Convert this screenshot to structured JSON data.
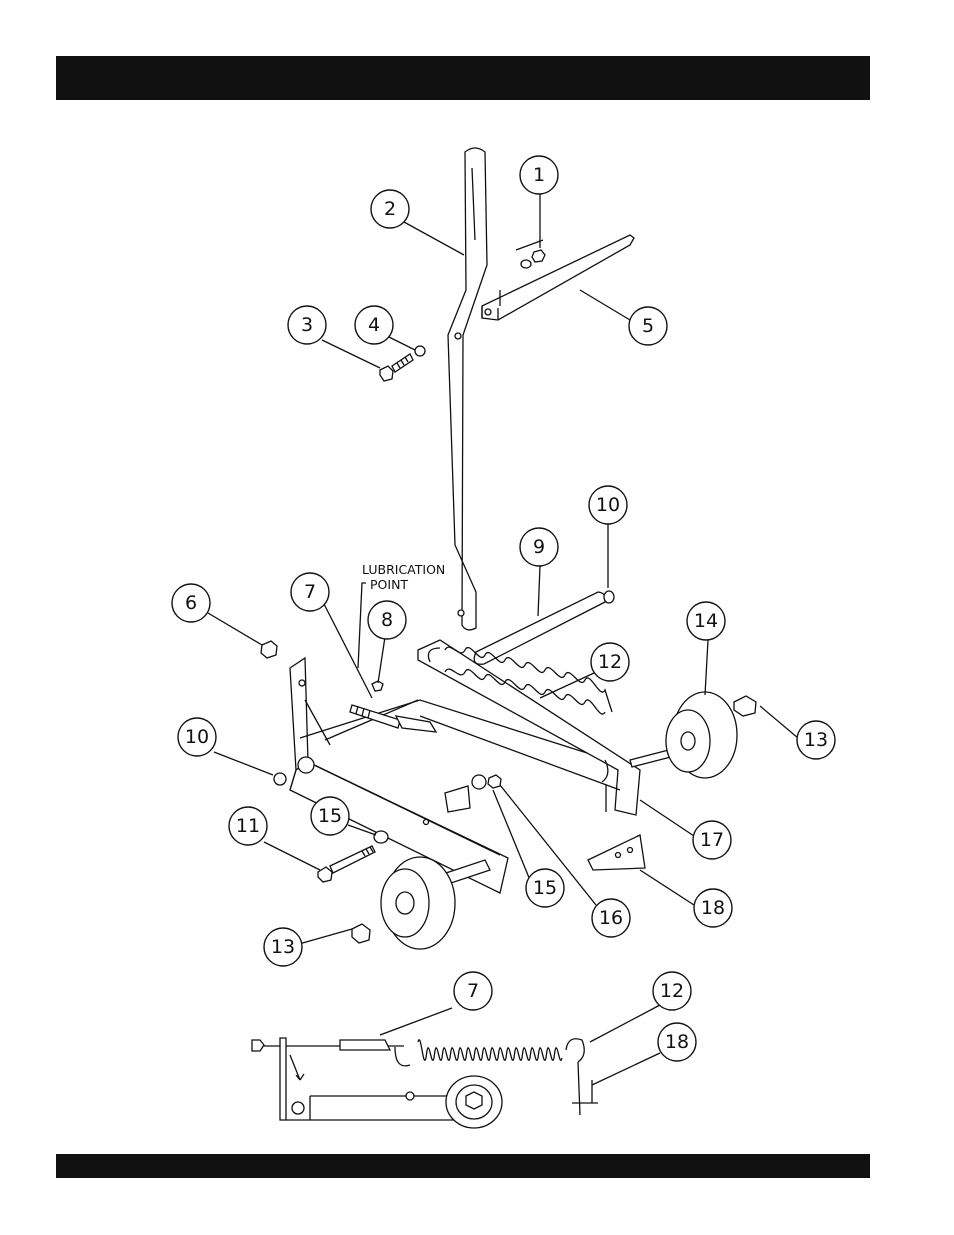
{
  "diagram": {
    "note": {
      "line1": "LUBRICATION",
      "line2": "POINT"
    },
    "callouts": [
      "1",
      "2",
      "3",
      "4",
      "5",
      "6",
      "7",
      "8",
      "9",
      "10",
      "10",
      "11",
      "12",
      "13",
      "13",
      "14",
      "15",
      "15",
      "16",
      "17",
      "18",
      "7",
      "12",
      "18"
    ]
  }
}
